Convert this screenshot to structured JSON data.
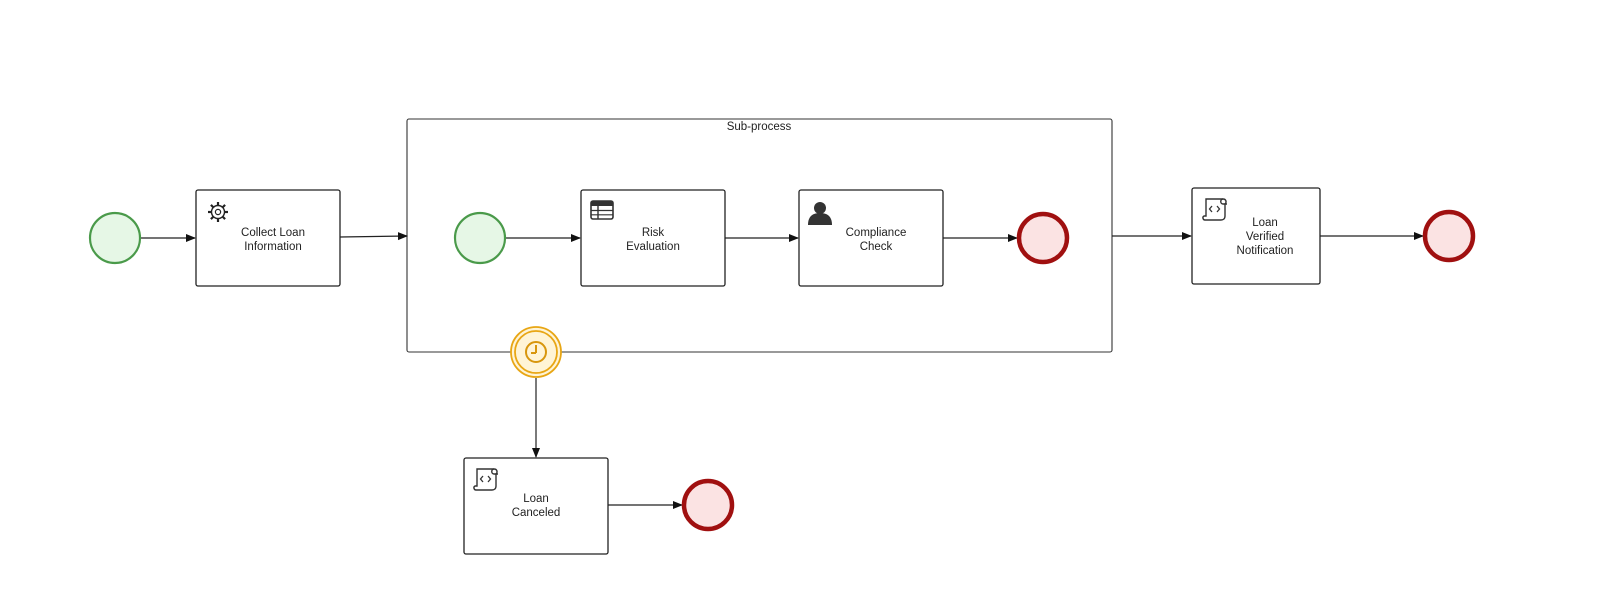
{
  "colors": {
    "start_fill": "#e6f7e6",
    "start_stroke": "#4a9a4a",
    "end_fill": "#fbe3e3",
    "end_stroke": "#a01010",
    "timer_fill": "#fff4d6",
    "timer_stroke": "#e8a614"
  },
  "subprocess": {
    "label": "Sub-process"
  },
  "tasks": {
    "collect": {
      "line1": "Collect Loan",
      "line2": "Information",
      "icon": "gear-icon"
    },
    "risk": {
      "line1": "Risk",
      "line2": "Evaluation",
      "icon": "table-icon"
    },
    "compliance": {
      "line1": "Compliance",
      "line2": "Check",
      "icon": "user-icon"
    },
    "verified": {
      "line1": "Loan",
      "line2": "Verified",
      "line3": "Notification",
      "icon": "script-icon"
    },
    "canceled": {
      "line1": "Loan",
      "line2": "Canceled",
      "icon": "script-icon"
    }
  },
  "events": {
    "main_start": "start-event",
    "sub_start": "start-event",
    "sub_end": "end-event",
    "main_end": "end-event",
    "cancel_end": "end-event",
    "timer": "timer-boundary-event"
  }
}
